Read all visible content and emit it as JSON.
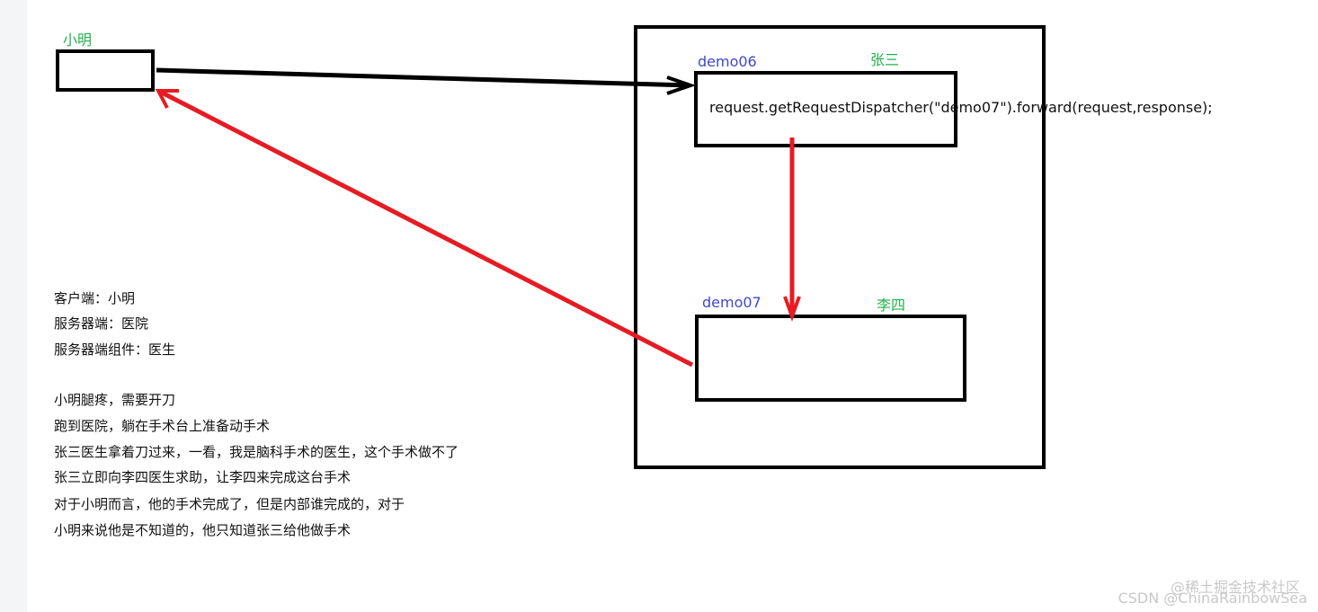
{
  "client_label": "小明",
  "server_box": {
    "demo06": {
      "name": "demo06",
      "person": "张三",
      "code": "request.getRequestDispatcher(\"demo07\").forward(request,response);"
    },
    "demo07": {
      "name": "demo07",
      "person": "李四"
    }
  },
  "notes": [
    "客户端：小明",
    "服务器端：医院",
    "服务器端组件：医生",
    "",
    "小明腿疼，需要开刀",
    "跑到医院，躺在手术台上准备动手术",
    "张三医生拿着刀过来，一看，我是脑科手术的医生，这个手术做不了",
    "张三立即向李四医生求助，让李四来完成这台手术",
    " 对于小明而言，他的手术完成了，但是内部谁完成的，对于",
    " 小明来说他是不知道的，他只知道张三给他做手术"
  ],
  "watermarks": [
    "@稀土掘金技术社区",
    "CSDN @ChinaRainbowSea"
  ],
  "colors": {
    "black": "#000000",
    "red": "#e51c23",
    "green": "#22b14c",
    "blue": "#3f48cc"
  }
}
